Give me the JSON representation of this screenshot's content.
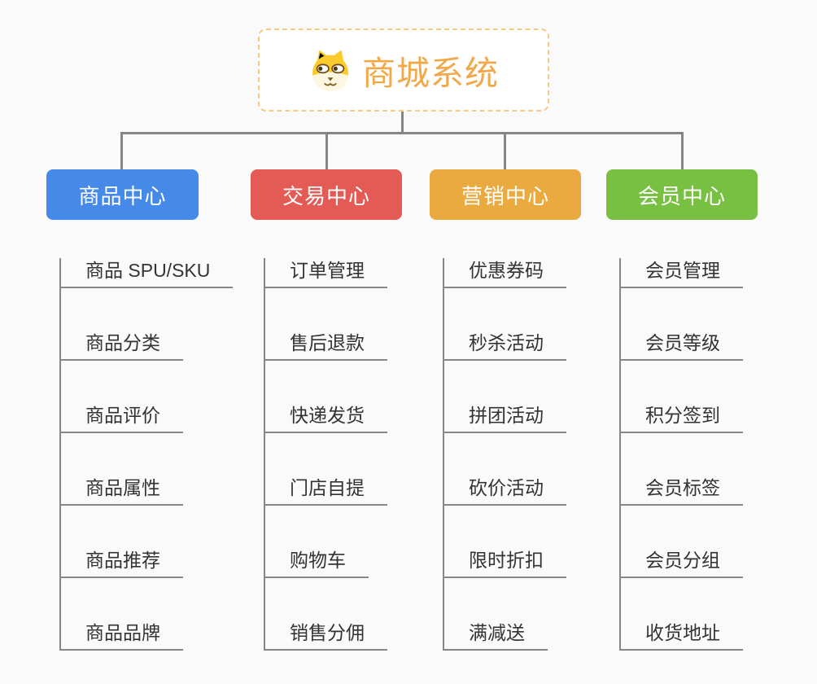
{
  "root": {
    "title": "商城系统",
    "icon": "dog-face-icon",
    "title_color": "#f0a848",
    "border_color": "#f6ca82"
  },
  "connector_color": "#858585",
  "branches": [
    {
      "label": "商品中心",
      "color": "#4589e9",
      "items": [
        "商品 SPU/SKU",
        "商品分类",
        "商品评价",
        "商品属性",
        "商品推荐",
        "商品品牌"
      ]
    },
    {
      "label": "交易中心",
      "color": "#e45b55",
      "items": [
        "订单管理",
        "售后退款",
        "快递发货",
        "门店自提",
        "购物车",
        "销售分佣"
      ]
    },
    {
      "label": "营销中心",
      "color": "#eaaa40",
      "items": [
        "优惠券码",
        "秒杀活动",
        "拼团活动",
        "砍价活动",
        "限时折扣",
        "满减送"
      ]
    },
    {
      "label": "会员中心",
      "color": "#77c041",
      "items": [
        "会员管理",
        "会员等级",
        "积分签到",
        "会员标签",
        "会员分组",
        "收货地址"
      ]
    }
  ]
}
